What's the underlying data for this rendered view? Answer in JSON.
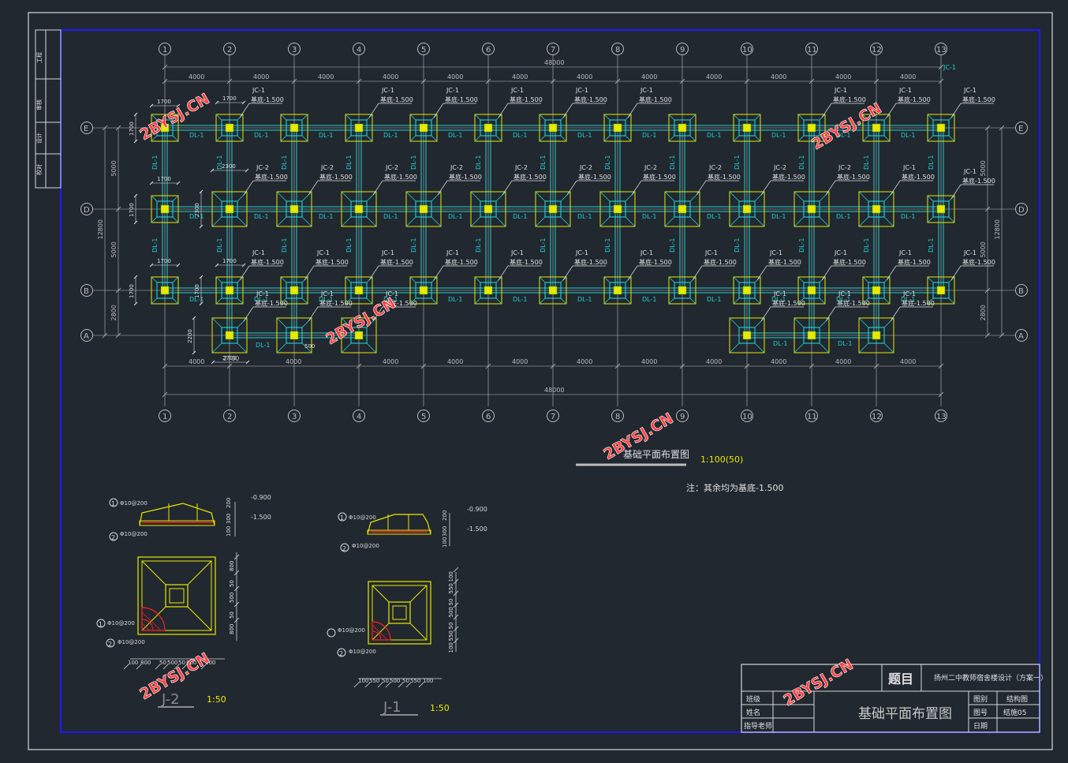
{
  "colors": {
    "background": "#212830",
    "frame_white": "#d8d8d8",
    "border_blue": "#1a1aff",
    "grid": "#bcbcbc",
    "footing_yellow": "#e8e800",
    "beam_cyan": "#20d0d0",
    "pier_cyan": "#20e0e0",
    "text_white": "#e0e0e0",
    "rebar_red": "#ff2020",
    "watermark": "#ff4040"
  },
  "axes_numbered": [
    "1",
    "2",
    "3",
    "4",
    "5",
    "6",
    "7",
    "8",
    "9",
    "10",
    "11",
    "12",
    "13"
  ],
  "axes_lettered": [
    "E",
    "D",
    "B",
    "A"
  ],
  "dim_top": {
    "total": "48000",
    "bays": [
      "4000",
      "4000",
      "4000",
      "4000",
      "4000",
      "4000",
      "4000",
      "4000",
      "4000",
      "4000",
      "4000",
      "4000"
    ]
  },
  "dim_bottom": {
    "total": "48000",
    "bays": [
      "4000",
      "2700",
      "4000",
      "4000",
      "4000",
      "4000",
      "4000",
      "4000",
      "4000",
      "4000",
      "4000",
      "4000",
      "4000"
    ]
  },
  "dim_left": {
    "total": "12800",
    "bays": [
      "5000",
      "5000",
      "2800"
    ]
  },
  "dim_right": {
    "total": "12800",
    "bays": [
      "5000",
      "5000",
      "2800"
    ]
  },
  "footing_sizes": {
    "jc1": "1700",
    "jc2": "2300",
    "small": "2200",
    "gap": "500"
  },
  "labels": {
    "jc1": "JC-1",
    "jc2": "JC-2",
    "elev": "基底-1.500",
    "dl1": "DL-1"
  },
  "main_title": "基础平面布置图",
  "main_scale": "1:100(50)",
  "note": "注：其余均为基底-1.500",
  "detail_j2": {
    "title": "J-2",
    "scale": "1:50",
    "elev_top": "-0.900",
    "elev_bottom": "-1.500",
    "rebar_top": "Φ10@200",
    "rebar_bottom": "Φ10@200",
    "callout_1": "1",
    "callout_2": "2",
    "dims_right": [
      "800",
      "50",
      "500",
      "50",
      "800"
    ],
    "dims_bottom": [
      "100",
      "800",
      "50",
      "500",
      "50",
      "800",
      "100"
    ],
    "dims_section": [
      "100",
      "300",
      "200"
    ]
  },
  "detail_j1": {
    "title": "J-1",
    "scale": "1:50",
    "elev_top": "-0.900",
    "elev_bottom": "-1.500",
    "rebar_top": "Φ10@200",
    "rebar_bottom": "Φ10@200",
    "callout_1": "1",
    "callout_2": "2",
    "dims_right": [
      "100",
      "550",
      "50",
      "500",
      "50",
      "550",
      "100"
    ],
    "dims_bottom": [
      "100",
      "550",
      "50",
      "500",
      "50",
      "550",
      "100"
    ],
    "dims_section": [
      "100",
      "300",
      "200"
    ]
  },
  "watermark": "2BYSJ.CN",
  "left_strip": [
    "工程",
    "审核",
    "设计",
    "校对"
  ],
  "title_block": {
    "heading": "题目",
    "project": "扬州二中教师宿舍楼设计（方案一）",
    "drawing_name": "基础平面布置图",
    "row1_label": "班级",
    "row2_label": "姓名",
    "row3_label": "指导老师",
    "cat_label": "图别",
    "cat_value": "结构图",
    "num_label": "图号",
    "num_value": "结施05",
    "date_label": "日期",
    "date_value": ""
  },
  "jc_right_label": "JC-1"
}
